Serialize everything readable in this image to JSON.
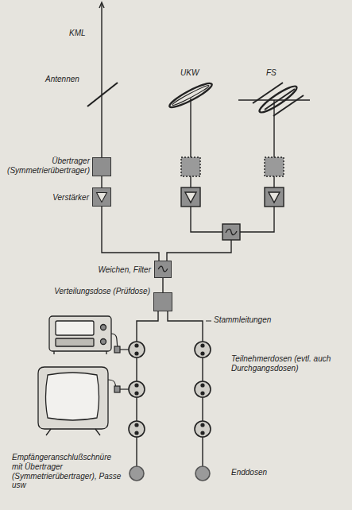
{
  "diagram": {
    "nodes": [
      {
        "text": [
          "Übertrager (Symmetrierübertrager)"
        ]
      },
      {
        "text": [
          "Verstärker"
        ]
      },
      {
        "text": [
          "Weichen, Filter"
        ]
      },
      {
        "text": [
          "Verteilungsdose (Prüfdose)"
        ]
      }
    ],
    "edges": [
      {
        "from": 0,
        "to": 1,
        "arrow": "none"
      },
      {
        "from": 1,
        "to": 2,
        "arrow": "none"
      },
      {
        "from": 2,
        "to": 3,
        "arrow": "none"
      }
    ],
    "labels": [
      "KML",
      "Antennen",
      "UKW",
      "FS",
      "Stammleitungen",
      "Teilnehmerdosen (evtl. auch Durchgangsdosen)",
      "Enddosen",
      "Empfängeranschlußschnüre mit Übertrager (Symmetrierübertrager), Passe usw"
    ]
  }
}
